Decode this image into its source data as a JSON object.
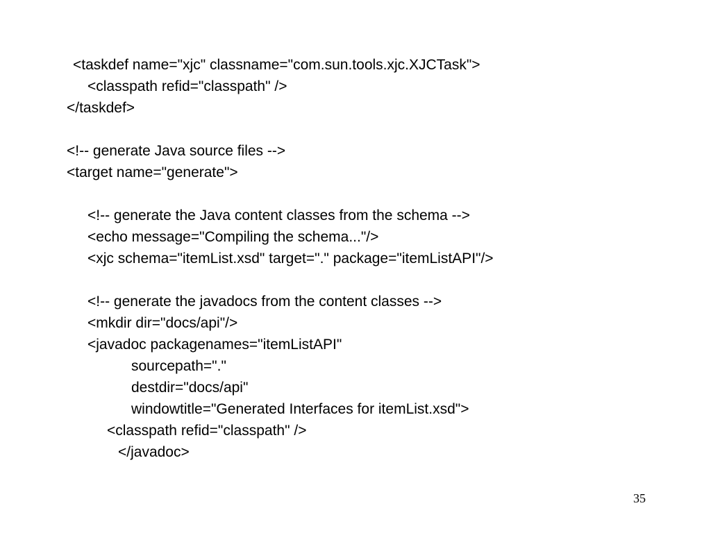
{
  "slide": {
    "lines": [
      "<taskdef name=\"xjc\" classname=\"com.sun.tools.xjc.XJCTask\">",
      "<classpath refid=\"classpath\" />",
      "</taskdef>",
      "",
      "<!-- generate Java source files -->",
      "<target name=\"generate\">",
      "",
      "<!-- generate the Java content classes from the schema -->",
      "<echo message=\"Compiling the schema...\"/>",
      "<xjc schema=\"itemList.xsd\" target=\".\" package=\"itemListAPI\"/>",
      "",
      "<!-- generate the javadocs from the content classes -->",
      "<mkdir dir=\"docs/api\"/>",
      "<javadoc packagenames=\"itemListAPI\"",
      "sourcepath=\".\"",
      "destdir=\"docs/api\"",
      "windowtitle=\"Generated Interfaces for itemList.xsd\">",
      "<classpath refid=\"classpath\" />",
      "</javadoc>"
    ],
    "page_number": "35"
  }
}
